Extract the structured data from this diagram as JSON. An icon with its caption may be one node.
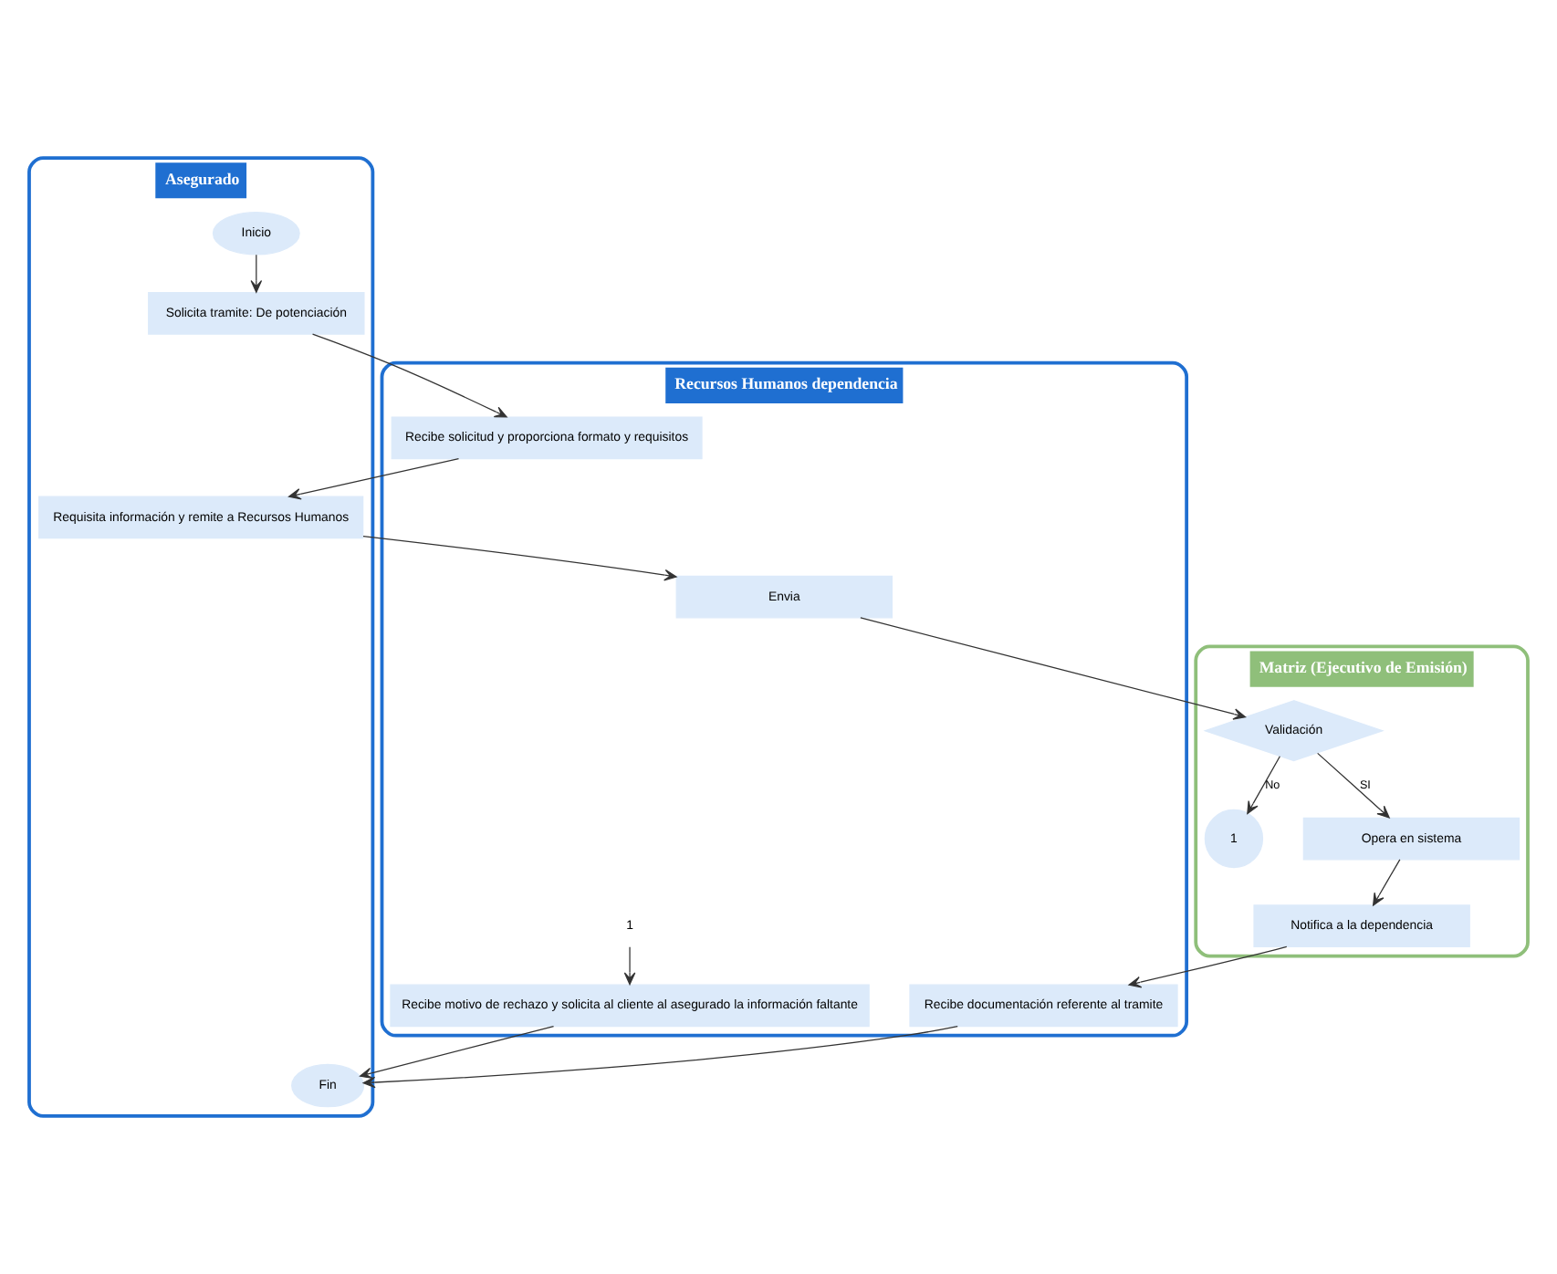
{
  "diagram": {
    "nodes": [
      {
        "text": [
          "Asegurado"
        ]
      },
      {
        "text": [
          "Recursos Humanos dependencia"
        ]
      },
      {
        "text": [
          "Matriz (Ejecutivo de Emisión)"
        ]
      },
      {
        "text": [
          "Inicio"
        ],
        "in": 0
      },
      {
        "text": [
          "Solicita tramite: De potenciación"
        ],
        "in": 0
      },
      {
        "text": [
          "Recibe solicitud y proporciona formato y requisitos"
        ],
        "in": 1
      },
      {
        "text": [
          "Requisita información y remite a Recursos Humanos"
        ],
        "in": 0
      },
      {
        "text": [
          "Envia"
        ],
        "in": 1
      },
      {
        "text": [
          "Validación"
        ],
        "in": 2
      },
      {
        "text": [
          "1"
        ],
        "in": 2
      },
      {
        "text": [
          "Opera en sistema"
        ],
        "in": 2
      },
      {
        "text": [
          "Notifica a la dependencia"
        ],
        "in": 2
      },
      {
        "text": [
          "Recibe documentación referente al tramite"
        ],
        "in": 1
      },
      {
        "text": [
          "Fin"
        ],
        "in": 0
      },
      {
        "text": [
          "Recibe motivo de rechazo y solicita al cliente al asegurado la información faltante"
        ],
        "in": 1
      },
      {
        "text": [
          "1"
        ],
        "in": 1
      }
    ],
    "edges": [
      {
        "from": 3,
        "to": 4,
        "arrow": "to"
      },
      {
        "from": 4,
        "to": 5,
        "arrow": "to"
      },
      {
        "from": 5,
        "to": 6,
        "arrow": "to"
      },
      {
        "from": 6,
        "to": 7,
        "arrow": "to"
      },
      {
        "from": 7,
        "to": 8,
        "arrow": "to"
      },
      {
        "from": 8,
        "to": 9,
        "arrow": "to",
        "label": "No"
      },
      {
        "from": 8,
        "to": 10,
        "arrow": "to",
        "label": "SI"
      },
      {
        "from": 10,
        "to": 11,
        "arrow": "to"
      },
      {
        "from": 11,
        "to": 12,
        "arrow": "to"
      },
      {
        "from": 12,
        "to": 13,
        "arrow": "to"
      },
      {
        "from": 15,
        "to": 14,
        "arrow": "to"
      },
      {
        "from": 14,
        "to": 13,
        "arrow": "to"
      }
    ]
  }
}
